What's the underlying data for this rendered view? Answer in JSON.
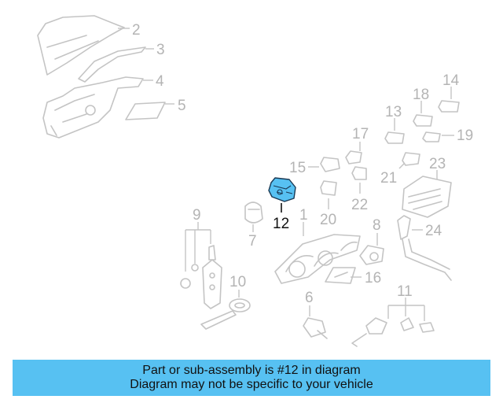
{
  "diagram": {
    "highlight_color": "#57c1f2",
    "highlighted_callout": "12",
    "callouts": [
      "1",
      "2",
      "3",
      "4",
      "5",
      "6",
      "7",
      "8",
      "9",
      "10",
      "11",
      "12",
      "13",
      "14",
      "15",
      "16",
      "17",
      "18",
      "19",
      "20",
      "21",
      "22",
      "23",
      "24"
    ]
  },
  "banner": {
    "background": "#57c1f2",
    "line1": "Part or sub-assembly is #12 in diagram",
    "line2": "Diagram may not be specific to your vehicle"
  }
}
